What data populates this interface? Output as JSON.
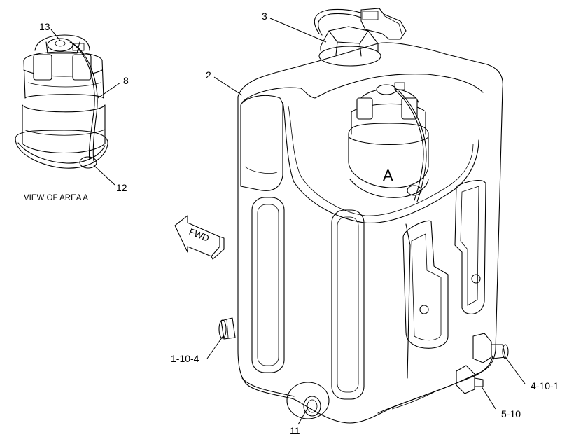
{
  "labels": {
    "part_13": "13",
    "part_8": "8",
    "part_12": "12",
    "part_3": "3",
    "part_2": "2",
    "part_1_10_4": "1-10-4",
    "part_4_10_1": "4-10-1",
    "part_5_10": "5-10",
    "part_11": "11"
  },
  "view_title": "VIEW OF AREA A",
  "area_marker": "A",
  "direction_arrow": "FWD"
}
